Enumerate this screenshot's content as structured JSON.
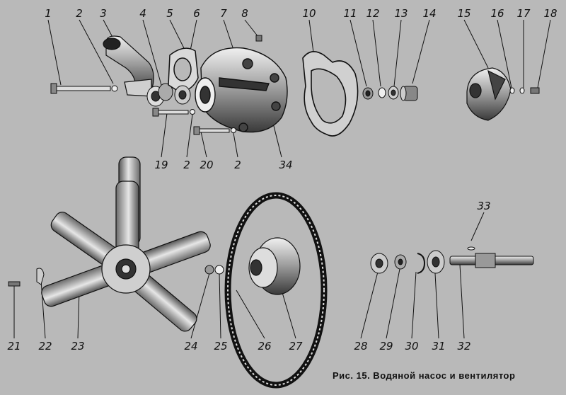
{
  "caption": "Рис. 15. Водяной насос и вентилятор",
  "callouts": [
    "1",
    "2",
    "3",
    "4",
    "5",
    "6",
    "7",
    "8",
    "10",
    "11",
    "12",
    "13",
    "14",
    "15",
    "16",
    "17",
    "18",
    "19",
    "2",
    "20",
    "2",
    "34",
    "33",
    "21",
    "22",
    "23",
    "24",
    "25",
    "26",
    "27",
    "28",
    "29",
    "30",
    "31",
    "32"
  ],
  "colors": {
    "background": "#b9b9b9",
    "ink": "#111111",
    "part_light": "#e8e8e8",
    "part_mid": "#8f8f8f",
    "part_dark": "#2a2a2a"
  }
}
